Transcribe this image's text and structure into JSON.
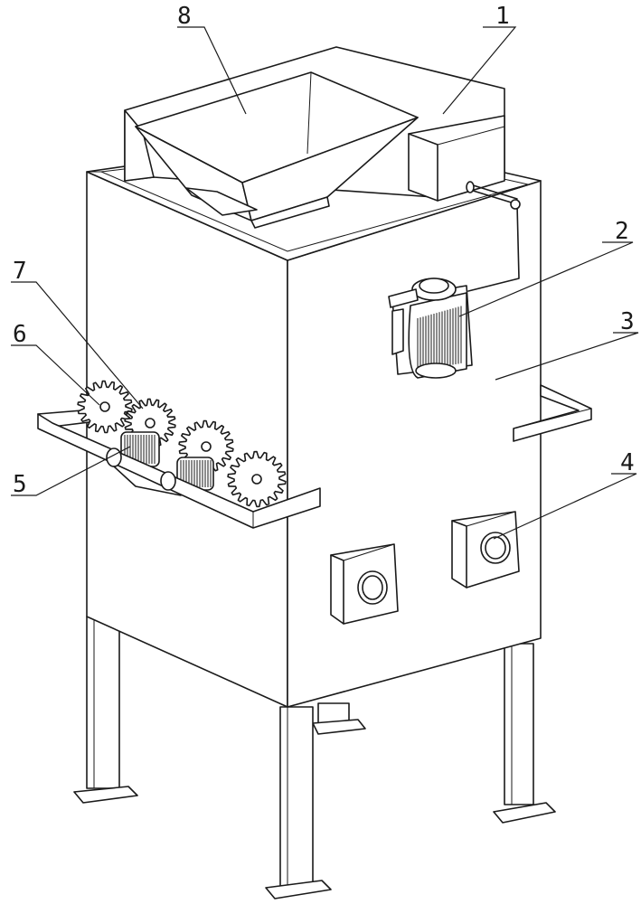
{
  "labels": [
    {
      "id": "1",
      "text": "1",
      "part": "motor-housing"
    },
    {
      "id": "2",
      "text": "2",
      "part": "motor"
    },
    {
      "id": "3",
      "text": "3",
      "part": "main-body"
    },
    {
      "id": "4",
      "text": "4",
      "part": "control-box"
    },
    {
      "id": "5",
      "text": "5",
      "part": "crushing-roller"
    },
    {
      "id": "6",
      "text": "6",
      "part": "left-gear"
    },
    {
      "id": "7",
      "text": "7",
      "part": "middle-gear"
    },
    {
      "id": "8",
      "text": "8",
      "part": "feed-hopper"
    }
  ]
}
